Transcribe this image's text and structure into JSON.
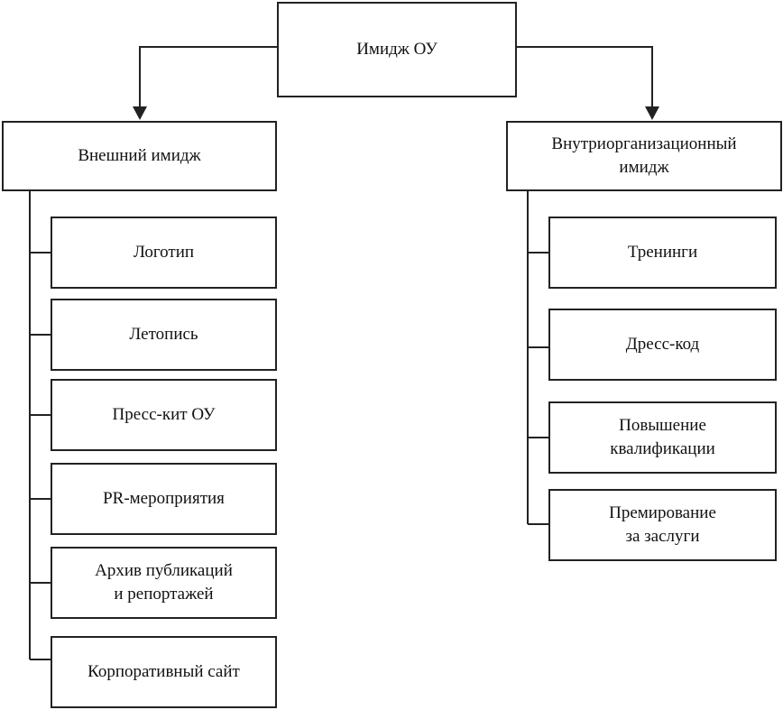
{
  "diagram": {
    "type": "org-chart",
    "root": {
      "label": "Имидж ОУ"
    },
    "branches": [
      {
        "label": "Внешний имидж",
        "children": [
          {
            "label": "Логотип"
          },
          {
            "label": "Летопись"
          },
          {
            "label": "Пресс-кит ОУ"
          },
          {
            "label": "PR-мероприятия"
          },
          {
            "label": "Архив публикаций\nи репортажей"
          },
          {
            "label": "Корпоративный сайт"
          }
        ]
      },
      {
        "label": "Внутриорганизационный\nимидж",
        "children": [
          {
            "label": "Тренинги"
          },
          {
            "label": "Дресс-код"
          },
          {
            "label": "Повышение\nквалификации"
          },
          {
            "label": "Премирование\nза заслуги"
          }
        ]
      }
    ],
    "colors": {
      "line": "#222222",
      "box_border": "#222222",
      "box_background": "#ffffff",
      "text": "#111111"
    }
  }
}
